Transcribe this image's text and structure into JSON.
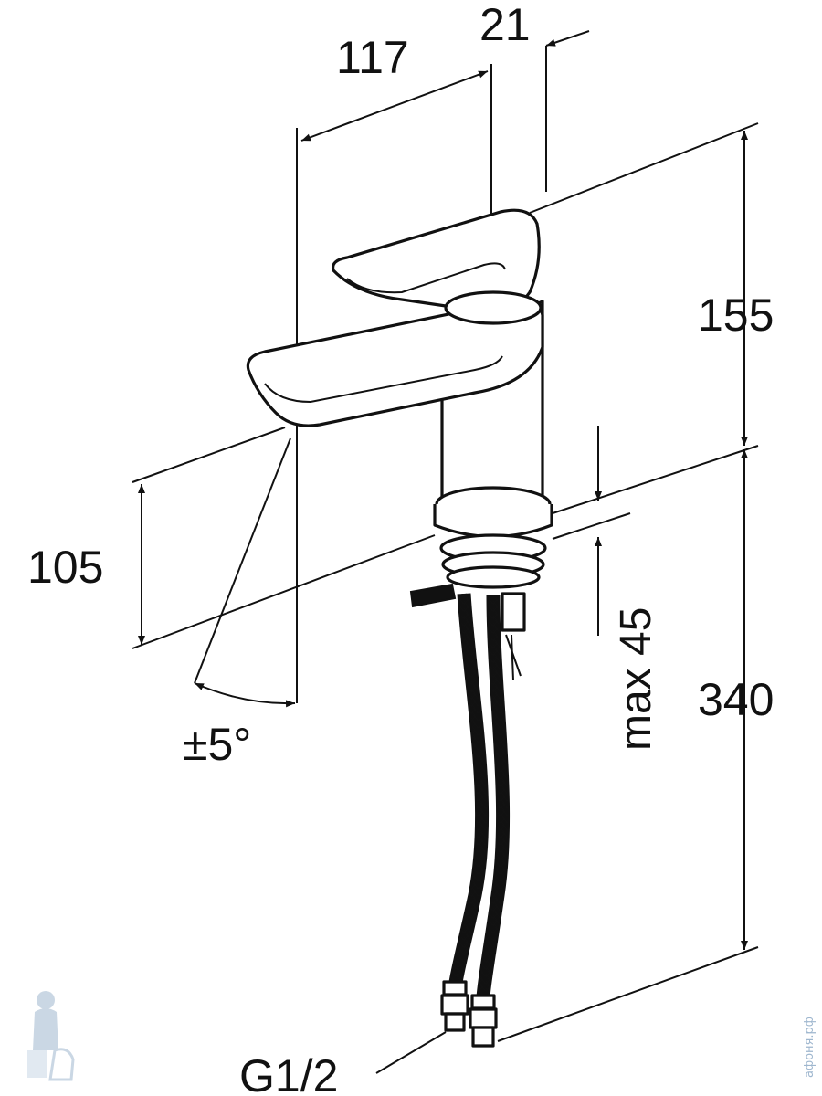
{
  "dimensions": {
    "spout_reach": "117",
    "lever_offset": "21",
    "top_height": "155",
    "spout_height": "105",
    "swivel_angle": "±5°",
    "max_thickness": "max 45",
    "total_height": "340",
    "connection": "G1/2"
  },
  "watermark": {
    "text": "афоня.рф",
    "logo_icon": "plumber-mascot-icon"
  },
  "colors": {
    "line": "#111111",
    "watermark": "#9fb7cf"
  }
}
